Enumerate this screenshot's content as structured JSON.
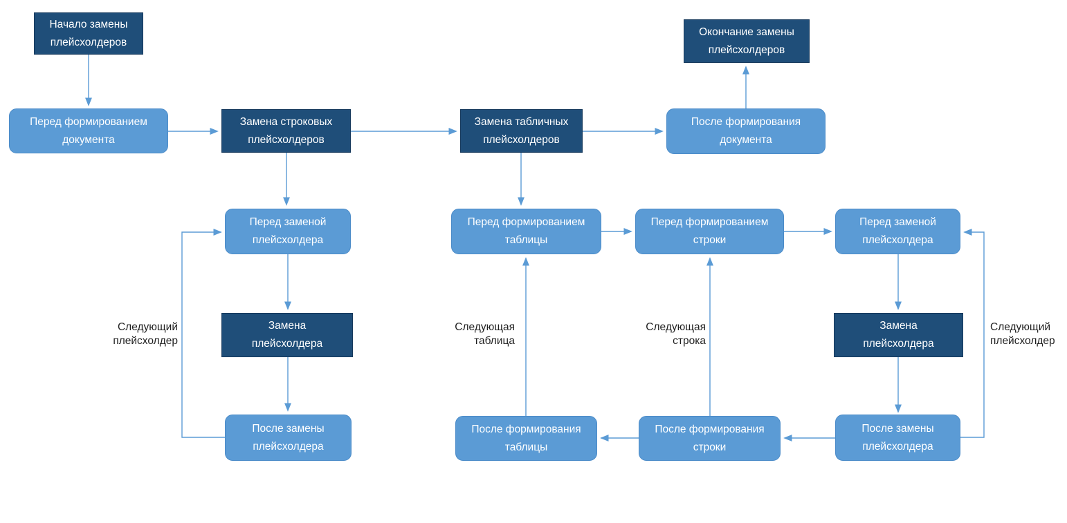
{
  "colors": {
    "dark_fill": "#1f4e79",
    "dark_border": "#16395c",
    "light_fill": "#5b9bd5",
    "light_border": "#4b8bc8",
    "connector": "#5b9bd5",
    "node_text": "#ffffff",
    "label_text": "#1f1f1f",
    "background": "#ffffff"
  },
  "nodes": {
    "start": {
      "label": "Начало замены\nплейсхолдеров",
      "type": "dark"
    },
    "end": {
      "label": "Окончание замены\nплейсхолдеров",
      "type": "dark"
    },
    "before_doc": {
      "label": "Перед формированием\nдокумента",
      "type": "light"
    },
    "replace_string": {
      "label": "Замена строковых\nплейсхолдеров",
      "type": "dark"
    },
    "replace_table": {
      "label": "Замена табличных\nплейсхолдеров",
      "type": "dark"
    },
    "after_doc": {
      "label": "После формирования\nдокумента",
      "type": "light"
    },
    "before_ph_left": {
      "label": "Перед заменой\nплейсхолдера",
      "type": "light"
    },
    "replace_ph_left": {
      "label": "Замена\nплейсхолдера",
      "type": "dark"
    },
    "after_ph_left": {
      "label": "После замены\nплейсхолдера",
      "type": "light"
    },
    "before_table": {
      "label": "Перед формированием\nтаблицы",
      "type": "light"
    },
    "before_row": {
      "label": "Перед формированием\nстроки",
      "type": "light"
    },
    "before_ph_right": {
      "label": "Перед заменой\nплейсхолдера",
      "type": "light"
    },
    "replace_ph_right": {
      "label": "Замена\nплейсхолдера",
      "type": "dark"
    },
    "after_ph_right": {
      "label": "После замены\nплейсхолдера",
      "type": "light"
    },
    "after_row": {
      "label": "После формирования\nстроки",
      "type": "light"
    },
    "after_table": {
      "label": "После формирования\nтаблицы",
      "type": "light"
    }
  },
  "edge_labels": {
    "next_placeholder_left": "Следующий\nплейсхолдер",
    "next_table": "Следующая\nтаблица",
    "next_row": "Следующая\nстрока",
    "next_placeholder_right": "Следующий\nплейсхолдер"
  }
}
